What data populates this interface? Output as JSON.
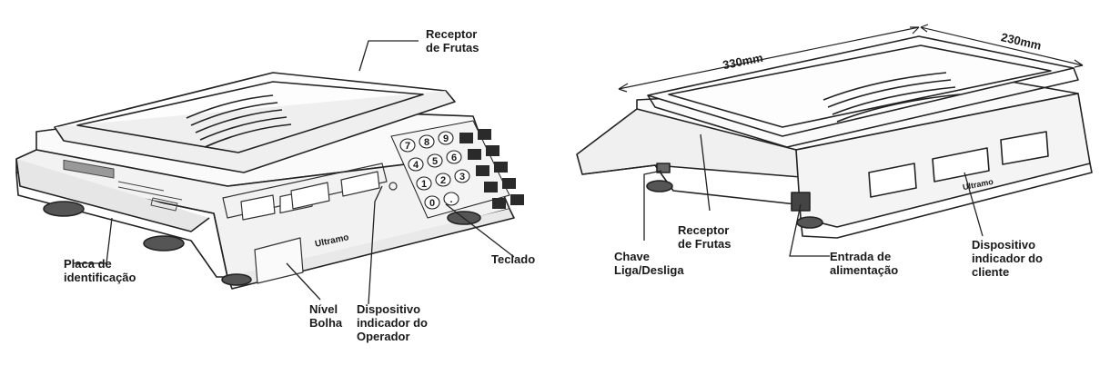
{
  "left_figure": {
    "labels": {
      "receptor_frutas": [
        "Receptor",
        "de Frutas"
      ],
      "placa": [
        "Placa de",
        "identificação"
      ],
      "teclado": [
        "Teclado"
      ],
      "nivel": [
        "Nível",
        "Bolha"
      ],
      "dispositivo_operador": [
        "Dispositivo",
        "indicador do",
        "Operador"
      ]
    },
    "keypad_keys": [
      "7",
      "8",
      "9",
      "4",
      "5",
      "6",
      "1",
      "2",
      "3",
      "0",
      "."
    ],
    "brand": "Ultramo"
  },
  "right_figure": {
    "labels": {
      "dim_length": "330mm",
      "dim_width": "230mm",
      "receptor_frutas": [
        "Receptor",
        "de Frutas"
      ],
      "chave": [
        "Chave",
        "Liga/Desliga"
      ],
      "entrada": [
        "Entrada de",
        "alimentação"
      ],
      "dispositivo_cliente": [
        "Dispositivo",
        "indicador do",
        "cliente"
      ]
    },
    "brand": "Ultramo"
  },
  "colors": {
    "ink": "#1a1a1a",
    "outline": "#222222",
    "shade": "#cfcfcf",
    "dark": "#333333"
  }
}
